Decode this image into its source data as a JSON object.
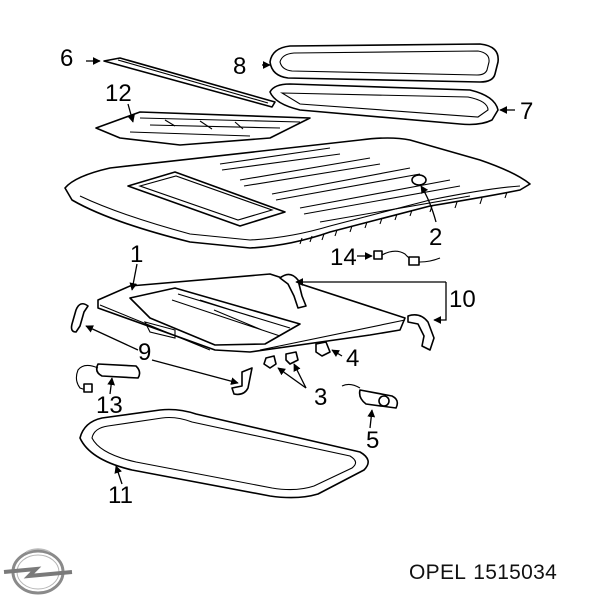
{
  "callouts": {
    "c1": "1",
    "c2": "2",
    "c3": "3",
    "c4": "4",
    "c5": "5",
    "c6": "6",
    "c7": "7",
    "c8": "8",
    "c9": "9",
    "c10": "10",
    "c11": "11",
    "c12": "12",
    "c13": "13",
    "c14": "14"
  },
  "caption": {
    "brand": "OPEL",
    "part_number": "1515034"
  },
  "icons": {
    "logo": "opel-logo-icon"
  },
  "colors": {
    "line": "#000000",
    "background": "#ffffff",
    "logo": "#8a8a8a"
  }
}
